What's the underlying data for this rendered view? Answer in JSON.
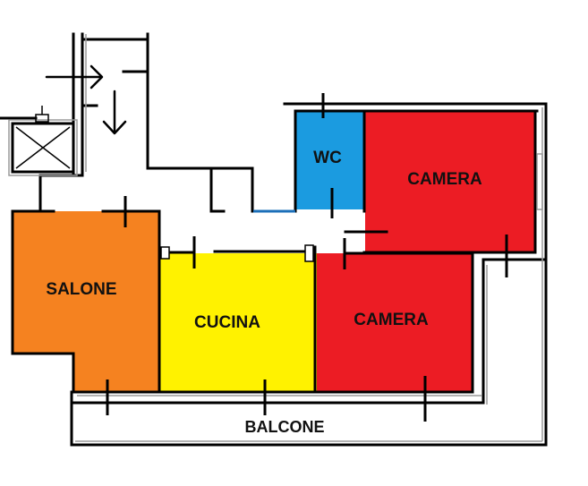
{
  "rooms": {
    "wc": {
      "label": "WC",
      "color": "#1b9be0"
    },
    "camera_top": {
      "label": "CAMERA",
      "color": "#ec1c24"
    },
    "salone": {
      "label": "SALONE",
      "color": "#f58220"
    },
    "cucina": {
      "label": "CUCINA",
      "color": "#fff200"
    },
    "camera_bottom": {
      "label": "CAMERA",
      "color": "#ec1c24"
    }
  },
  "balcone": {
    "label": "BALCONE"
  },
  "colors": {
    "wall": "#000000",
    "background": "#ffffff"
  },
  "icons": [
    "arrow-right-icon",
    "arrow-down-icon",
    "elevator-icon"
  ]
}
